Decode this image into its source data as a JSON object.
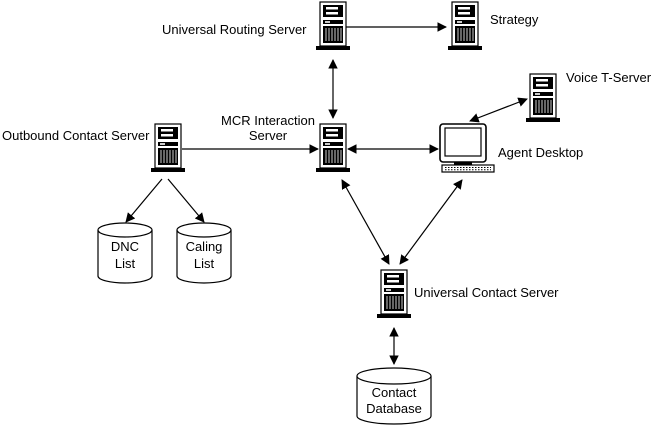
{
  "nodes": {
    "routing_server": {
      "label": "Universal Routing Server"
    },
    "strategy": {
      "label": "Strategy"
    },
    "voice_tserver": {
      "label": "Voice T-Server"
    },
    "outbound_server": {
      "label": "Outbound Contact Server"
    },
    "mcr_server": {
      "label_line1": "MCR Interaction",
      "label_line2": "Server"
    },
    "agent_desktop": {
      "label": "Agent Desktop"
    },
    "dnc_list": {
      "label_line1": "DNC",
      "label_line2": "List"
    },
    "calling_list": {
      "label_line1": "Caling",
      "label_line2": "List"
    },
    "contact_server": {
      "label": "Universal Contact Server"
    },
    "contact_db": {
      "label_line1": "Contact",
      "label_line2": "Database"
    }
  },
  "edges": [
    {
      "from": "routing_server",
      "to": "strategy",
      "direction": "to"
    },
    {
      "from": "routing_server",
      "to": "mcr_server",
      "direction": "both"
    },
    {
      "from": "outbound_server",
      "to": "mcr_server",
      "direction": "to"
    },
    {
      "from": "mcr_server",
      "to": "agent_desktop",
      "direction": "both"
    },
    {
      "from": "voice_tserver",
      "to": "agent_desktop",
      "direction": "both"
    },
    {
      "from": "outbound_server",
      "to": "dnc_list",
      "direction": "to"
    },
    {
      "from": "outbound_server",
      "to": "calling_list",
      "direction": "to"
    },
    {
      "from": "mcr_server",
      "to": "contact_server",
      "direction": "both"
    },
    {
      "from": "agent_desktop",
      "to": "contact_server",
      "direction": "both"
    },
    {
      "from": "contact_server",
      "to": "contact_db",
      "direction": "both"
    }
  ],
  "icons": {
    "server": "server-tower-icon",
    "workstation": "workstation-icon",
    "database": "database-cylinder-icon"
  },
  "colors": {
    "line": "#000000",
    "label": "#000000",
    "background": "#ffffff"
  }
}
